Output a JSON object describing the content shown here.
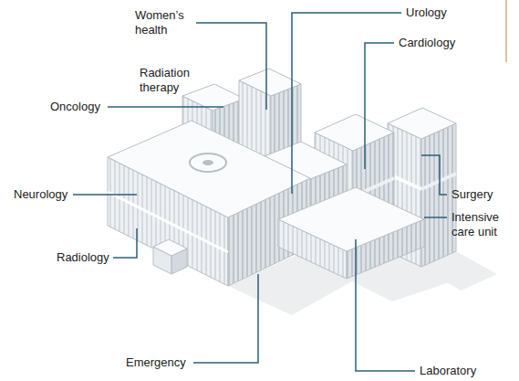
{
  "diagram": {
    "labels": [
      "Women’s health",
      "Urology",
      "Radiation therapy",
      "Cardiology",
      "Oncology",
      "Surgery",
      "Neurology",
      "Intensive care unit",
      "Radiology",
      "Emergency",
      "Laboratory"
    ]
  }
}
